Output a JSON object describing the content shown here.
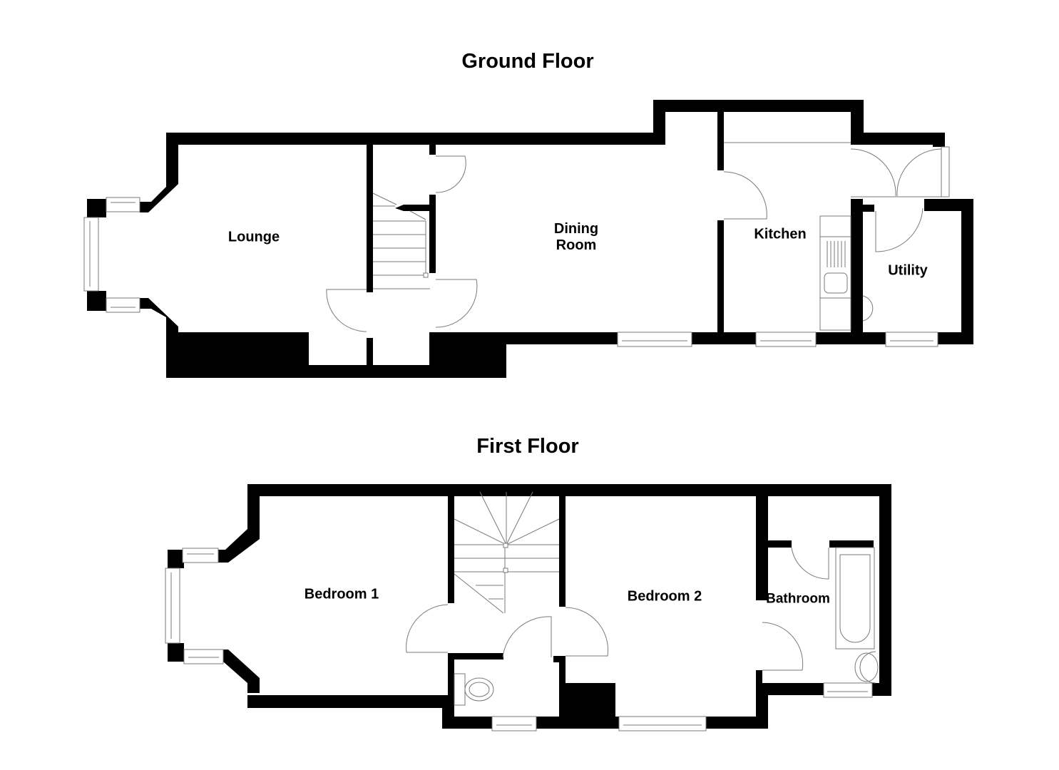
{
  "floors": [
    {
      "title": "Ground Floor",
      "rooms": [
        {
          "name": "Lounge",
          "label": "Lounge"
        },
        {
          "name": "Dining Room",
          "label": "Dining\nRoom"
        },
        {
          "name": "Kitchen",
          "label": "Kitchen"
        },
        {
          "name": "Utility",
          "label": "Utility"
        }
      ]
    },
    {
      "title": "First Floor",
      "rooms": [
        {
          "name": "Bedroom 1",
          "label": "Bedroom 1"
        },
        {
          "name": "Bedroom 2",
          "label": "Bedroom 2"
        },
        {
          "name": "Bathroom",
          "label": "Bathroom"
        }
      ]
    }
  ],
  "colors": {
    "wall": "#000000",
    "fixture_line": "#7a7a7a",
    "background": "#ffffff"
  }
}
